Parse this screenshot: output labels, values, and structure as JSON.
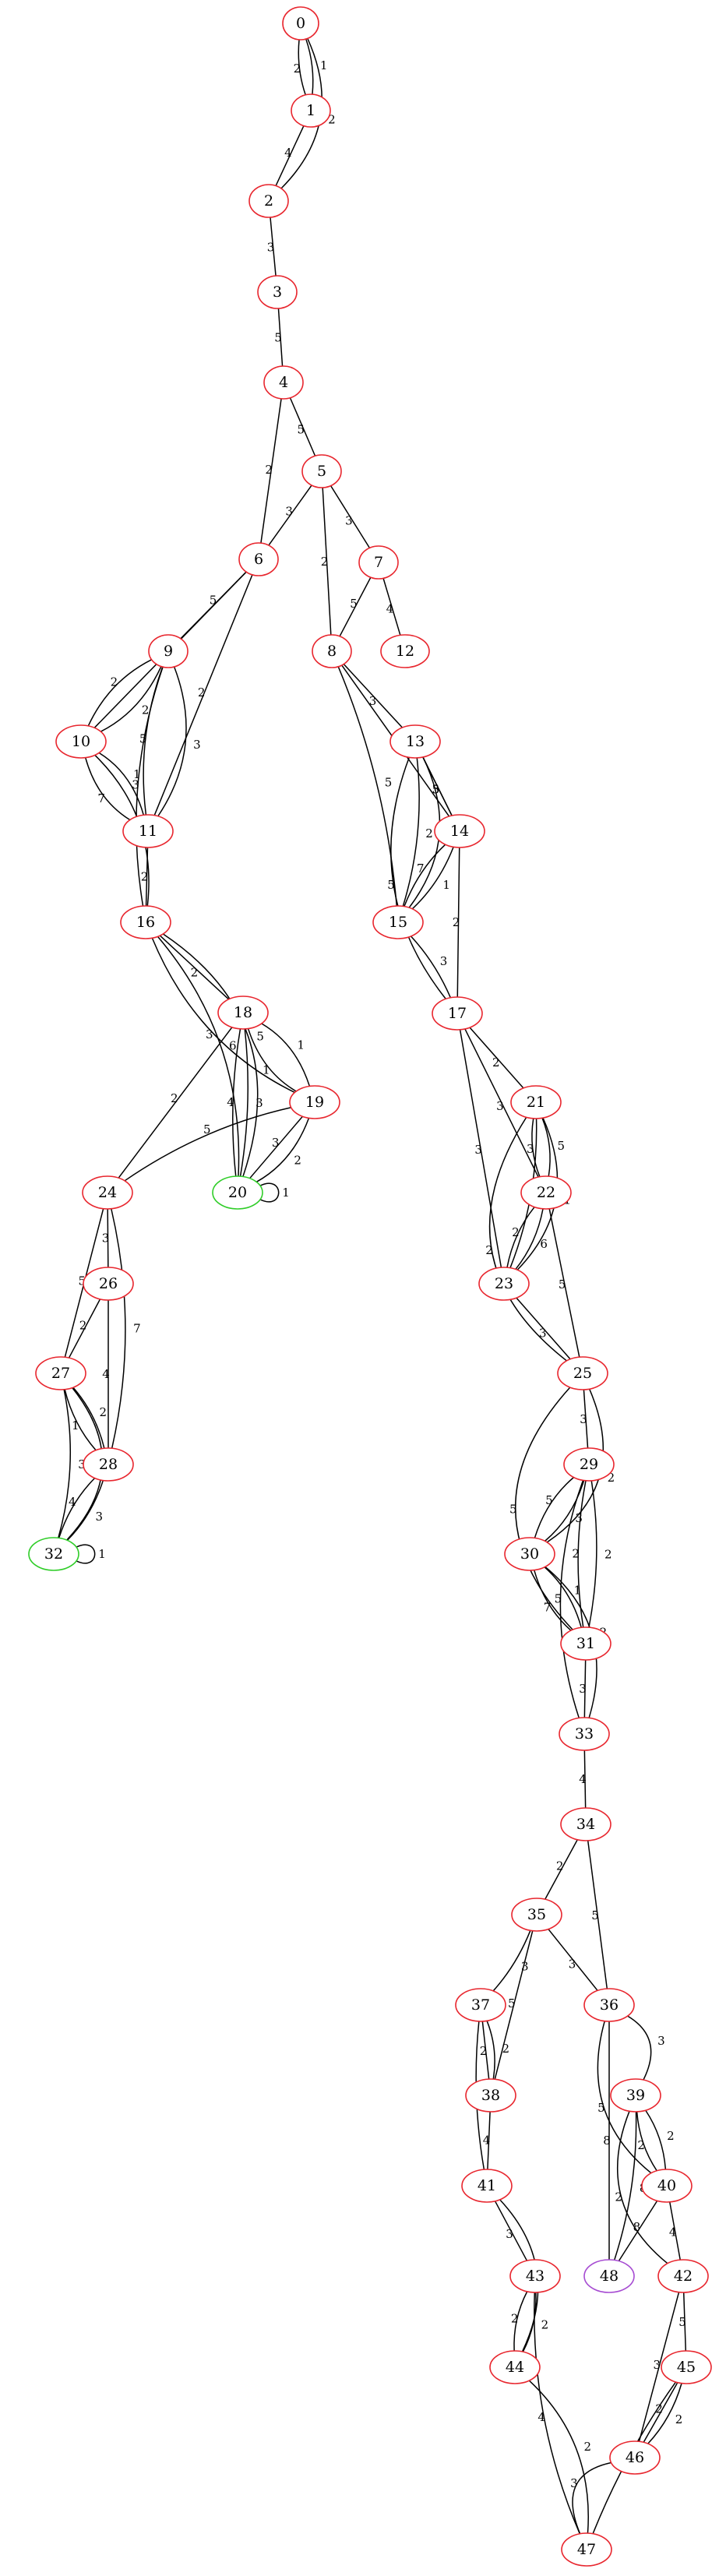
{
  "colors": {
    "default_node": "#e8262e",
    "green_node": "#2fcd28",
    "purple_node": "#a64cd2",
    "edge": "#000000"
  },
  "nodes": [
    {
      "id": "0",
      "label": "0",
      "color": "red"
    },
    {
      "id": "1",
      "label": "1",
      "color": "red"
    },
    {
      "id": "2",
      "label": "2",
      "color": "red"
    },
    {
      "id": "3",
      "label": "3",
      "color": "red"
    },
    {
      "id": "4",
      "label": "4",
      "color": "red"
    },
    {
      "id": "5",
      "label": "5",
      "color": "red"
    },
    {
      "id": "6",
      "label": "6",
      "color": "red"
    },
    {
      "id": "7",
      "label": "7",
      "color": "red"
    },
    {
      "id": "8",
      "label": "8",
      "color": "red"
    },
    {
      "id": "9",
      "label": "9",
      "color": "red"
    },
    {
      "id": "10",
      "label": "10",
      "color": "red"
    },
    {
      "id": "11",
      "label": "11",
      "color": "red"
    },
    {
      "id": "12",
      "label": "12",
      "color": "red"
    },
    {
      "id": "13",
      "label": "13",
      "color": "red"
    },
    {
      "id": "14",
      "label": "14",
      "color": "red"
    },
    {
      "id": "15",
      "label": "15",
      "color": "red"
    },
    {
      "id": "16",
      "label": "16",
      "color": "red"
    },
    {
      "id": "17",
      "label": "17",
      "color": "red"
    },
    {
      "id": "18",
      "label": "18",
      "color": "red"
    },
    {
      "id": "19",
      "label": "19",
      "color": "red"
    },
    {
      "id": "20",
      "label": "20",
      "color": "green"
    },
    {
      "id": "21",
      "label": "21",
      "color": "red"
    },
    {
      "id": "22",
      "label": "22",
      "color": "red"
    },
    {
      "id": "23",
      "label": "23",
      "color": "red"
    },
    {
      "id": "24",
      "label": "24",
      "color": "red"
    },
    {
      "id": "25",
      "label": "25",
      "color": "red"
    },
    {
      "id": "26",
      "label": "26",
      "color": "red"
    },
    {
      "id": "27",
      "label": "27",
      "color": "red"
    },
    {
      "id": "28",
      "label": "28",
      "color": "red"
    },
    {
      "id": "29",
      "label": "29",
      "color": "red"
    },
    {
      "id": "30",
      "label": "30",
      "color": "red"
    },
    {
      "id": "31",
      "label": "31",
      "color": "red"
    },
    {
      "id": "32",
      "label": "32",
      "color": "green"
    },
    {
      "id": "33",
      "label": "33",
      "color": "red"
    },
    {
      "id": "34",
      "label": "34",
      "color": "red"
    },
    {
      "id": "35",
      "label": "35",
      "color": "red"
    },
    {
      "id": "36",
      "label": "36",
      "color": "red"
    },
    {
      "id": "37",
      "label": "37",
      "color": "red"
    },
    {
      "id": "38",
      "label": "38",
      "color": "red"
    },
    {
      "id": "39",
      "label": "39",
      "color": "red"
    },
    {
      "id": "40",
      "label": "40",
      "color": "red"
    },
    {
      "id": "41",
      "label": "41",
      "color": "red"
    },
    {
      "id": "42",
      "label": "42",
      "color": "red"
    },
    {
      "id": "43",
      "label": "43",
      "color": "red"
    },
    {
      "id": "44",
      "label": "44",
      "color": "red"
    },
    {
      "id": "45",
      "label": "45",
      "color": "red"
    },
    {
      "id": "46",
      "label": "46",
      "color": "red"
    },
    {
      "id": "47",
      "label": "47",
      "color": "red"
    },
    {
      "id": "48",
      "label": "48",
      "color": "purple"
    }
  ],
  "edges": [
    {
      "from": "0",
      "to": "1",
      "weight": "1"
    },
    {
      "from": "0",
      "to": "1",
      "weight": "2"
    },
    {
      "from": "0",
      "to": "2",
      "weight": "2"
    },
    {
      "from": "1",
      "to": "2",
      "weight": "4"
    },
    {
      "from": "2",
      "to": "3",
      "weight": "3"
    },
    {
      "from": "3",
      "to": "4",
      "weight": "5"
    },
    {
      "from": "4",
      "to": "5",
      "weight": "5"
    },
    {
      "from": "4",
      "to": "6",
      "weight": "2"
    },
    {
      "from": "5",
      "to": "6",
      "weight": "3"
    },
    {
      "from": "5",
      "to": "7",
      "weight": "3"
    },
    {
      "from": "5",
      "to": "8",
      "weight": "2"
    },
    {
      "from": "7",
      "to": "8",
      "weight": "5"
    },
    {
      "from": "7",
      "to": "12",
      "weight": "4"
    },
    {
      "from": "6",
      "to": "9",
      "weight": "5"
    },
    {
      "from": "6",
      "to": "10",
      "weight": "3"
    },
    {
      "from": "6",
      "to": "11",
      "weight": "2"
    },
    {
      "from": "8",
      "to": "13",
      "weight": "3"
    },
    {
      "from": "8",
      "to": "14",
      "weight": "2"
    },
    {
      "from": "8",
      "to": "15",
      "weight": "5"
    },
    {
      "from": "9",
      "to": "10",
      "weight": "2"
    },
    {
      "from": "9",
      "to": "10",
      "weight": "2"
    },
    {
      "from": "9",
      "to": "11",
      "weight": "5"
    },
    {
      "from": "9",
      "to": "11",
      "weight": "3"
    },
    {
      "from": "9",
      "to": "16",
      "weight": "3"
    },
    {
      "from": "10",
      "to": "11",
      "weight": "1"
    },
    {
      "from": "10",
      "to": "11",
      "weight": "7"
    },
    {
      "from": "10",
      "to": "16",
      "weight": "5"
    },
    {
      "from": "11",
      "to": "16",
      "weight": "2"
    },
    {
      "from": "13",
      "to": "14",
      "weight": "3"
    },
    {
      "from": "13",
      "to": "14",
      "weight": "5"
    },
    {
      "from": "13",
      "to": "15",
      "weight": "2"
    },
    {
      "from": "13",
      "to": "15",
      "weight": "2"
    },
    {
      "from": "13",
      "to": "17",
      "weight": "5"
    },
    {
      "from": "14",
      "to": "15",
      "weight": "1"
    },
    {
      "from": "14",
      "to": "15",
      "weight": "7"
    },
    {
      "from": "14",
      "to": "17",
      "weight": "2"
    },
    {
      "from": "15",
      "to": "17",
      "weight": "3"
    },
    {
      "from": "16",
      "to": "18",
      "weight": "2"
    },
    {
      "from": "16",
      "to": "19",
      "weight": "3"
    },
    {
      "from": "16",
      "to": "20",
      "weight": "5"
    },
    {
      "from": "16",
      "to": "20",
      "weight": "6"
    },
    {
      "from": "17",
      "to": "21",
      "weight": "2"
    },
    {
      "from": "17",
      "to": "22",
      "weight": "3"
    },
    {
      "from": "17",
      "to": "23",
      "weight": "3"
    },
    {
      "from": "18",
      "to": "19",
      "weight": "1"
    },
    {
      "from": "18",
      "to": "19",
      "weight": "1"
    },
    {
      "from": "18",
      "to": "20",
      "weight": "3"
    },
    {
      "from": "18",
      "to": "20",
      "weight": "4"
    },
    {
      "from": "18",
      "to": "24",
      "weight": "2"
    },
    {
      "from": "19",
      "to": "20",
      "weight": "3"
    },
    {
      "from": "19",
      "to": "20",
      "weight": "2"
    },
    {
      "from": "19",
      "to": "24",
      "weight": "5"
    },
    {
      "from": "20",
      "to": "20",
      "weight": "1"
    },
    {
      "from": "21",
      "to": "22",
      "weight": "5"
    },
    {
      "from": "21",
      "to": "22",
      "weight": "3"
    },
    {
      "from": "21",
      "to": "23",
      "weight": "1"
    },
    {
      "from": "21",
      "to": "23",
      "weight": "1"
    },
    {
      "from": "21",
      "to": "25",
      "weight": "2"
    },
    {
      "from": "22",
      "to": "23",
      "weight": "6"
    },
    {
      "from": "22",
      "to": "23",
      "weight": "2"
    },
    {
      "from": "22",
      "to": "25",
      "weight": "5"
    },
    {
      "from": "23",
      "to": "25",
      "weight": "3"
    },
    {
      "from": "24",
      "to": "26",
      "weight": "3"
    },
    {
      "from": "24",
      "to": "27",
      "weight": "5"
    },
    {
      "from": "24",
      "to": "28",
      "weight": "7"
    },
    {
      "from": "26",
      "to": "27",
      "weight": "2"
    },
    {
      "from": "26",
      "to": "28",
      "weight": "4"
    },
    {
      "from": "27",
      "to": "28",
      "weight": "2"
    },
    {
      "from": "27",
      "to": "28",
      "weight": "1"
    },
    {
      "from": "27",
      "to": "32",
      "weight": "2"
    },
    {
      "from": "27",
      "to": "32",
      "weight": "3"
    },
    {
      "from": "28",
      "to": "32",
      "weight": "3"
    },
    {
      "from": "28",
      "to": "32",
      "weight": "4"
    },
    {
      "from": "32",
      "to": "32",
      "weight": "1"
    },
    {
      "from": "25",
      "to": "29",
      "weight": "3"
    },
    {
      "from": "25",
      "to": "30",
      "weight": "2"
    },
    {
      "from": "25",
      "to": "31",
      "weight": "5"
    },
    {
      "from": "29",
      "to": "30",
      "weight": "3"
    },
    {
      "from": "29",
      "to": "30",
      "weight": "5"
    },
    {
      "from": "29",
      "to": "31",
      "weight": "2"
    },
    {
      "from": "29",
      "to": "31",
      "weight": "2"
    },
    {
      "from": "29",
      "to": "33",
      "weight": "5"
    },
    {
      "from": "30",
      "to": "31",
      "weight": "1"
    },
    {
      "from": "30",
      "to": "31",
      "weight": "7"
    },
    {
      "from": "30",
      "to": "33",
      "weight": "2"
    },
    {
      "from": "31",
      "to": "33",
      "weight": "3"
    },
    {
      "from": "33",
      "to": "34",
      "weight": "4"
    },
    {
      "from": "34",
      "to": "35",
      "weight": "2"
    },
    {
      "from": "34",
      "to": "36",
      "weight": "5"
    },
    {
      "from": "35",
      "to": "37",
      "weight": "3"
    },
    {
      "from": "35",
      "to": "36",
      "weight": "3"
    },
    {
      "from": "35",
      "to": "38",
      "weight": "5"
    },
    {
      "from": "37",
      "to": "38",
      "weight": "2"
    },
    {
      "from": "37",
      "to": "38",
      "weight": "2"
    },
    {
      "from": "37",
      "to": "41",
      "weight": "2"
    },
    {
      "from": "36",
      "to": "39",
      "weight": "3"
    },
    {
      "from": "36",
      "to": "40",
      "weight": "5"
    },
    {
      "from": "36",
      "to": "48",
      "weight": "8"
    },
    {
      "from": "38",
      "to": "41",
      "weight": "4"
    },
    {
      "from": "39",
      "to": "40",
      "weight": "2"
    },
    {
      "from": "39",
      "to": "40",
      "weight": "2"
    },
    {
      "from": "39",
      "to": "42",
      "weight": "2"
    },
    {
      "from": "39",
      "to": "48",
      "weight": "8"
    },
    {
      "from": "40",
      "to": "48",
      "weight": "8"
    },
    {
      "from": "40",
      "to": "42",
      "weight": "4"
    },
    {
      "from": "41",
      "to": "43",
      "weight": "3"
    },
    {
      "from": "41",
      "to": "44",
      "weight": "5"
    },
    {
      "from": "43",
      "to": "44",
      "weight": "2"
    },
    {
      "from": "43",
      "to": "44",
      "weight": "2"
    },
    {
      "from": "43",
      "to": "47",
      "weight": "4"
    },
    {
      "from": "42",
      "to": "45",
      "weight": "5"
    },
    {
      "from": "42",
      "to": "46",
      "weight": "3"
    },
    {
      "from": "44",
      "to": "47",
      "weight": "2"
    },
    {
      "from": "45",
      "to": "46",
      "weight": "2"
    },
    {
      "from": "45",
      "to": "46",
      "weight": "2"
    },
    {
      "from": "45",
      "to": "47",
      "weight": "4"
    },
    {
      "from": "46",
      "to": "47",
      "weight": "3"
    }
  ]
}
